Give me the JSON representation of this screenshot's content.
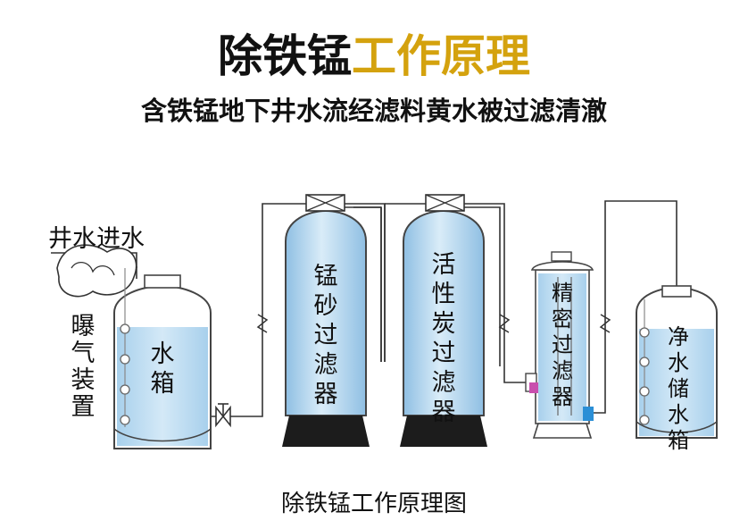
{
  "title": {
    "part1": "除铁锰",
    "part2": "工作原理"
  },
  "subtitle": "含铁锰地下井水流经滤料黄水被过滤清澈",
  "labels": {
    "well_inlet": "井水进水",
    "aeration": "曝气装置",
    "water_tank": "水箱",
    "manganese_filter": "锰砂过滤器",
    "carbon_filter": "活性炭过滤器",
    "precision_filter": "精密过滤器",
    "clean_tank": "净水储水箱"
  },
  "caption": "除铁锰工作原理图",
  "colors": {
    "accent": "#d4a20e",
    "water": "#bcdcf0",
    "water_dark": "#8fbfe3",
    "base": "#1c1c1c",
    "valve_blue": "#2b8fd6",
    "valve_pink": "#c94fae"
  }
}
